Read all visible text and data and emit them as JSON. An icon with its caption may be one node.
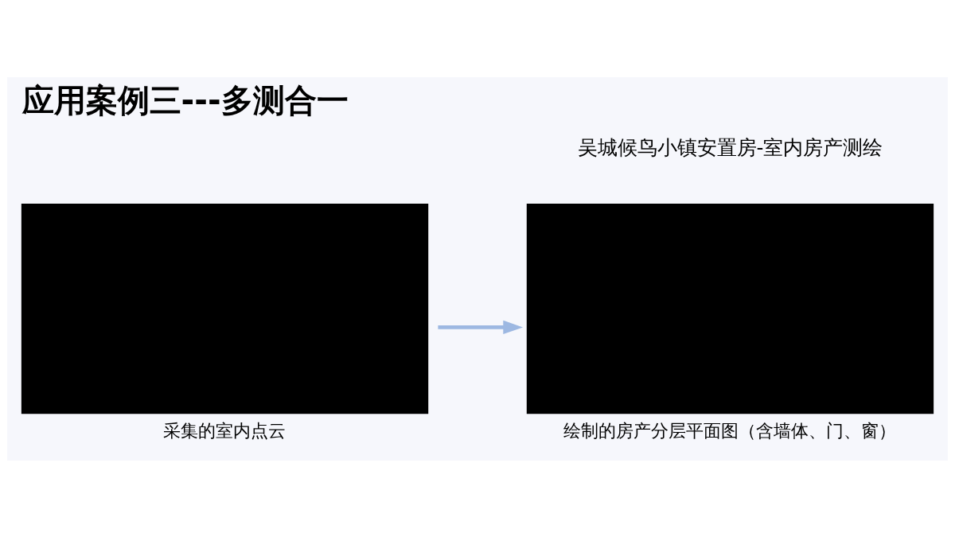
{
  "diagram": {
    "title": "应用案例三---多测合一",
    "nodes": [
      {
        "text": [],
        "shape": "box",
        "beside": [
          "采集的室内点云"
        ]
      },
      {
        "text": [],
        "shape": "box",
        "beside": [
          "绘制的房产分层平面图（含墙体、门、窗）"
        ]
      }
    ],
    "edges": [
      {
        "from": 0,
        "to": 1,
        "arrow": "to",
        "color": "#9db8e2"
      }
    ],
    "labels": [
      "吴城候鸟小镇安置房-室内房产测绘"
    ]
  }
}
